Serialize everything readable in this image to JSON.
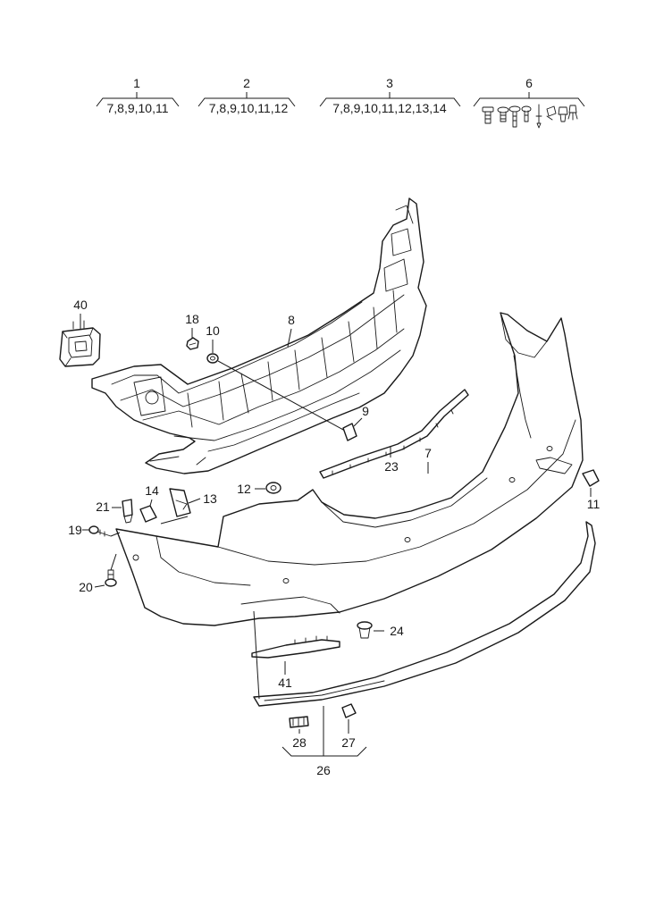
{
  "kits": [
    {
      "number": "1",
      "contents": "7,8,9,10,11"
    },
    {
      "number": "2",
      "contents": "7,8,9,10,11,12"
    },
    {
      "number": "3",
      "contents": "7,8,9,10,11,12,13,14"
    },
    {
      "number": "6",
      "contents": ""
    }
  ],
  "callouts": {
    "c7": "7",
    "c8": "8",
    "c9": "9",
    "c10": "10",
    "c11": "11",
    "c12": "12",
    "c13": "13",
    "c14": "14",
    "c18": "18",
    "c19": "19",
    "c20": "20",
    "c21": "21",
    "c23": "23",
    "c24": "24",
    "c26": "26",
    "c27": "27",
    "c28": "28",
    "c40": "40",
    "c41": "41"
  }
}
